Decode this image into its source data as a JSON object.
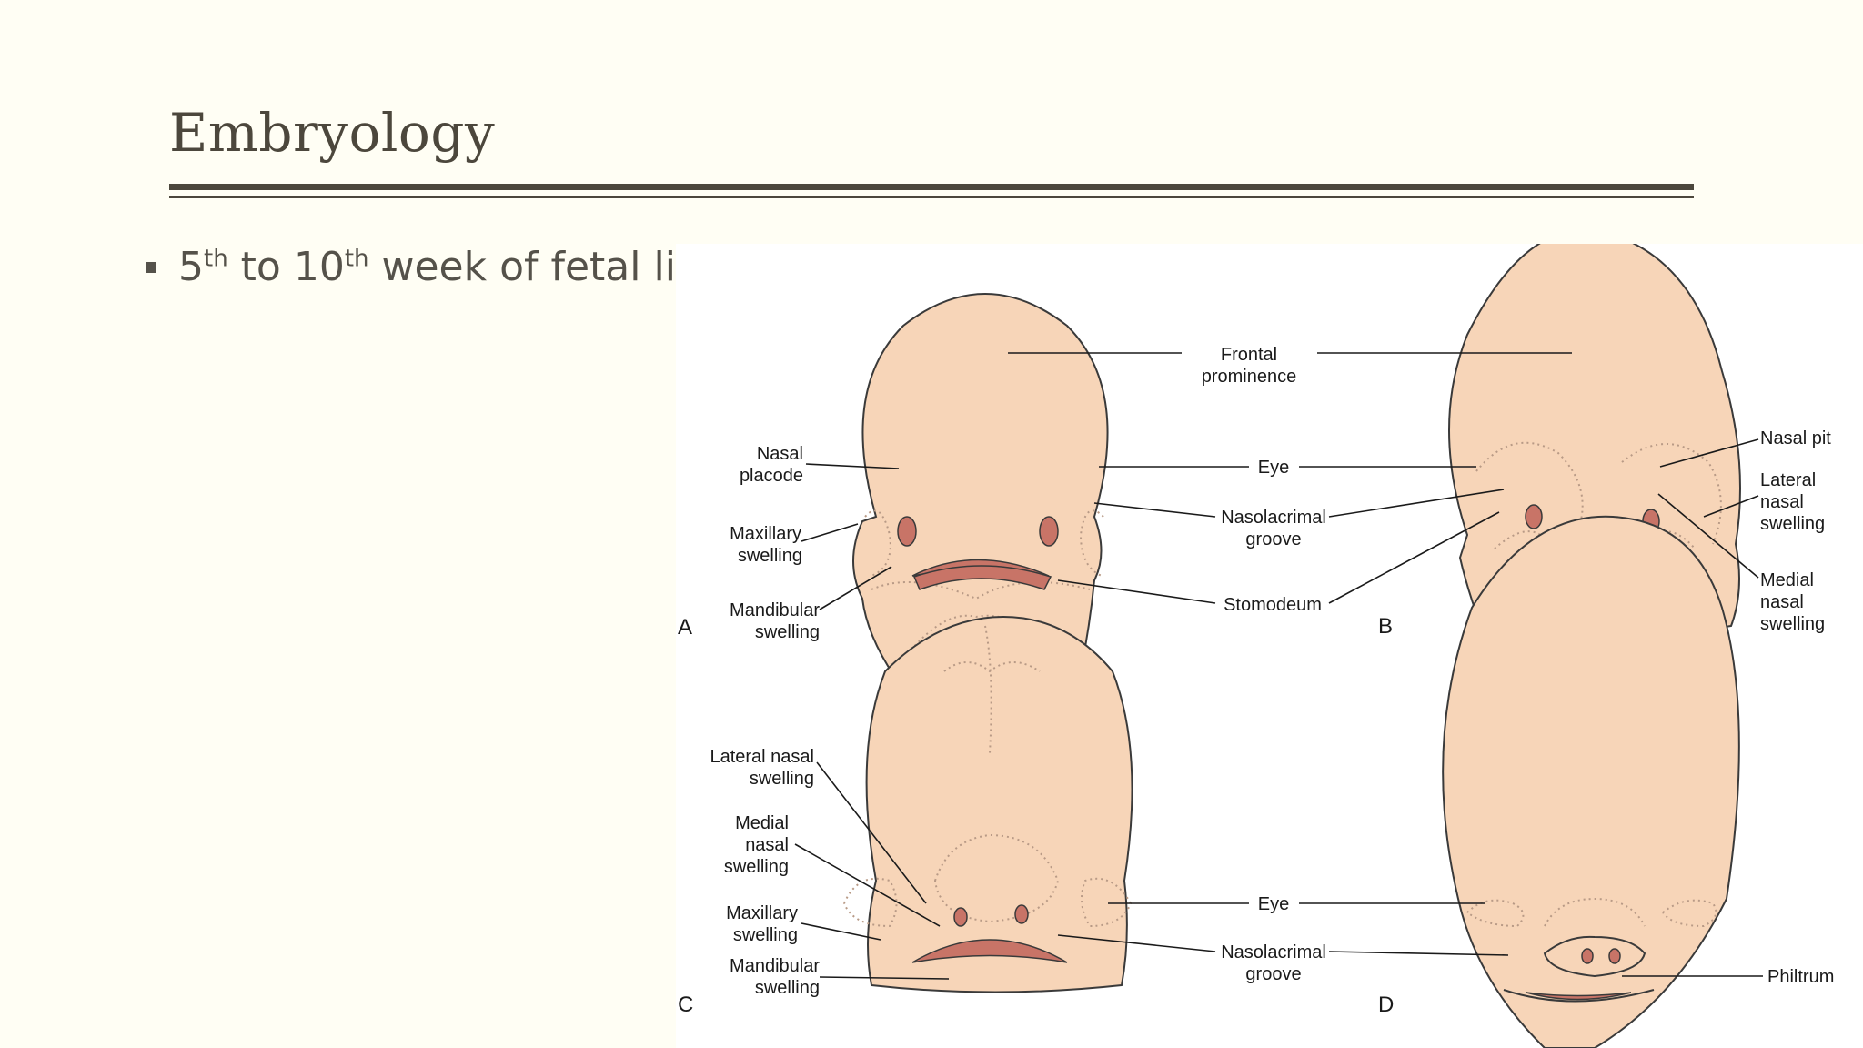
{
  "slide": {
    "title": "Embryology",
    "bullet": {
      "pre": "5",
      "sup1": "th",
      "mid": " to 10",
      "sup2": "th",
      "post": " week of fetal life"
    }
  },
  "figure": {
    "panels": [
      "A",
      "B",
      "C",
      "D"
    ],
    "labels": {
      "frontal": [
        "Frontal",
        "prominence"
      ],
      "eye_top": "Eye",
      "nasolacrimal_top": [
        "Nasolacrimal",
        "groove"
      ],
      "stomodeum": "Stomodeum",
      "nasal_placode": [
        "Nasal",
        "placode"
      ],
      "maxillary_a": [
        "Maxillary",
        "swelling"
      ],
      "mandibular_a": [
        "Mandibular",
        "swelling"
      ],
      "nasal_pit": "Nasal pit",
      "lateral_nasal_b": [
        "Lateral",
        "nasal",
        "swelling"
      ],
      "medial_nasal_b": [
        "Medial",
        "nasal",
        "swelling"
      ],
      "lateral_nasal_c": [
        "Lateral nasal",
        "swelling"
      ],
      "medial_nasal_c": [
        "Medial",
        "nasal",
        "swelling"
      ],
      "maxillary_c": [
        "Maxillary",
        "swelling"
      ],
      "mandibular_c": [
        "Mandibular",
        "swelling"
      ],
      "eye_bottom": "Eye",
      "nasolacrimal_bottom": [
        "Nasolacrimal",
        "groove"
      ],
      "philtrum": "Philtrum"
    }
  }
}
